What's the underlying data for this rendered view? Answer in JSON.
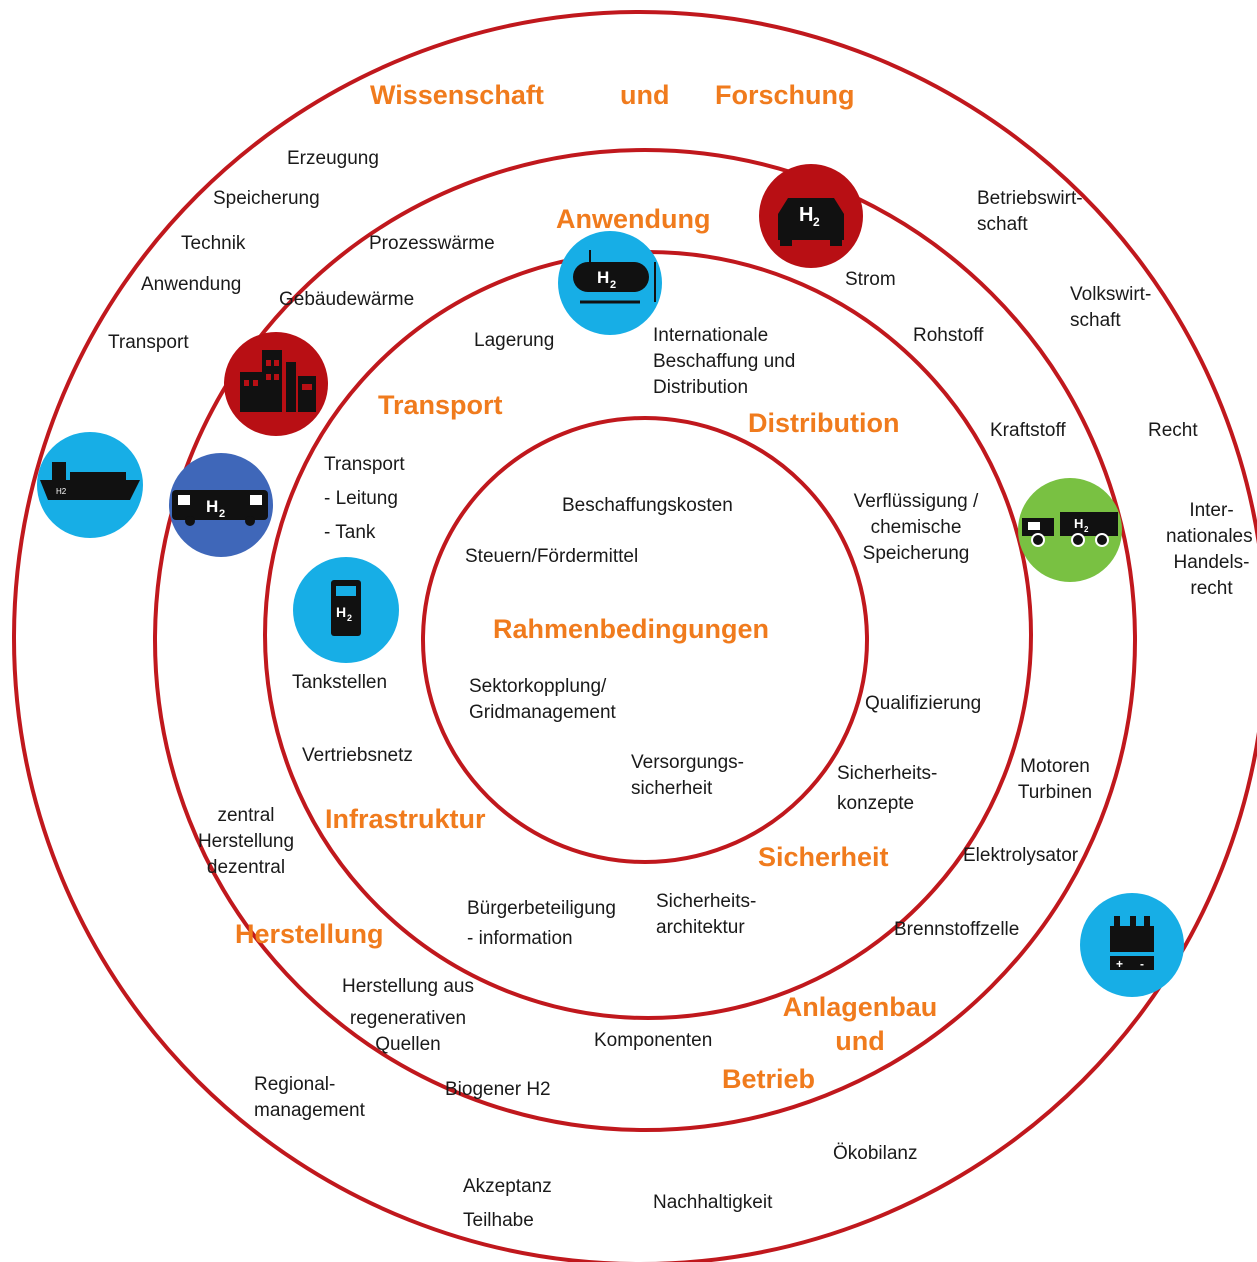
{
  "headings": {
    "wissenschaft": "Wissenschaft",
    "und": "und",
    "forschung": "Forschung",
    "anwendung": "Anwendung",
    "transport": "Transport",
    "distribution": "Distribution",
    "rahmenbedingungen": "Rahmenbedingungen",
    "infrastruktur": "Infrastruktur",
    "sicherheit": "Sicherheit",
    "herstellung": "Herstellung",
    "anlagenbau_1": "Anlagenbau",
    "anlagenbau_2": "und",
    "anlagenbau_3": "Betrieb"
  },
  "outer_ring": {
    "erzeugung": "Erzeugung",
    "speicherung": "Speicherung",
    "technik": "Technik",
    "anwendung": "Anwendung",
    "transport": "Transport",
    "betriebswirtschaft_1": "Betriebswirt-",
    "betriebswirtschaft_2": "schaft",
    "volkswirtschaft_1": "Volkswirt-",
    "volkswirtschaft_2": "schaft",
    "recht": "Recht",
    "internationales_1": "Inter-",
    "internationales_2": "nationales",
    "internationales_3": "Handels-",
    "internationales_4": "recht",
    "regionalmanagement_1": "Regional-",
    "regionalmanagement_2": "management",
    "akzeptanz": "Akzeptanz",
    "teilhabe": "Teilhabe",
    "nachhaltigkeit": "Nachhaltigkeit",
    "oekobilanz": "Ökobilanz",
    "zentral": "zentral",
    "herstellung": "Herstellung",
    "dezentral": "dezentral",
    "motoren": "Motoren",
    "turbinen": "Turbinen",
    "elektrolysator": "Elektrolysator",
    "brennstoffzelle": "Brennstoffzelle",
    "kraftstoff": "Kraftstoff"
  },
  "middle_ring": {
    "prozesswaerme": "Prozesswärme",
    "gebaeudewaerme": "Gebäudewärme",
    "strom": "Strom",
    "rohstoff": "Rohstoff",
    "herstellung_aus_1": "Herstellung aus",
    "herstellung_aus_2": "regenerativen",
    "herstellung_aus_3": "Quellen",
    "biogener": "Biogener H2",
    "komponenten": "Komponenten"
  },
  "inner_ring": {
    "lagerung": "Lagerung",
    "intl_1": "Internationale",
    "intl_2": "Beschaffung und",
    "intl_3": "Distribution",
    "transport_1": "Transport",
    "transport_2": "- Leitung",
    "transport_3": "- Tank",
    "verfluessigung_1": "Verflüssigung /",
    "verfluessigung_2": "chemische",
    "verfluessigung_3": "Speicherung",
    "tankstellen": "Tankstellen",
    "vertriebsnetz": "Vertriebsnetz",
    "qualifizierung": "Qualifizierung",
    "sicherheitskonzepte_1": "Sicherheits-",
    "sicherheitskonzepte_2": "konzepte",
    "buerger_1": "Bürgerbeteiligung",
    "buerger_2": "- information",
    "sicherheitsarch_1": "Sicherheits-",
    "sicherheitsarch_2": "architektur"
  },
  "core": {
    "beschaffungskosten": "Beschaffungskosten",
    "steuern": "Steuern/Fördermittel",
    "sektor_1": "Sektorkopplung/",
    "sektor_2": "Gridmanagement",
    "versorgung_1": "Versorgungs-",
    "versorgung_2": "sicherheit"
  },
  "icons": {
    "h2_label": "H",
    "h2_sub": "2"
  },
  "colors": {
    "ring": "#c0181d",
    "heading": "#f07b1d",
    "icon_red": "#b80f14",
    "icon_cyan": "#17aee6",
    "icon_blue": "#3f67b9",
    "icon_green": "#79c142"
  }
}
